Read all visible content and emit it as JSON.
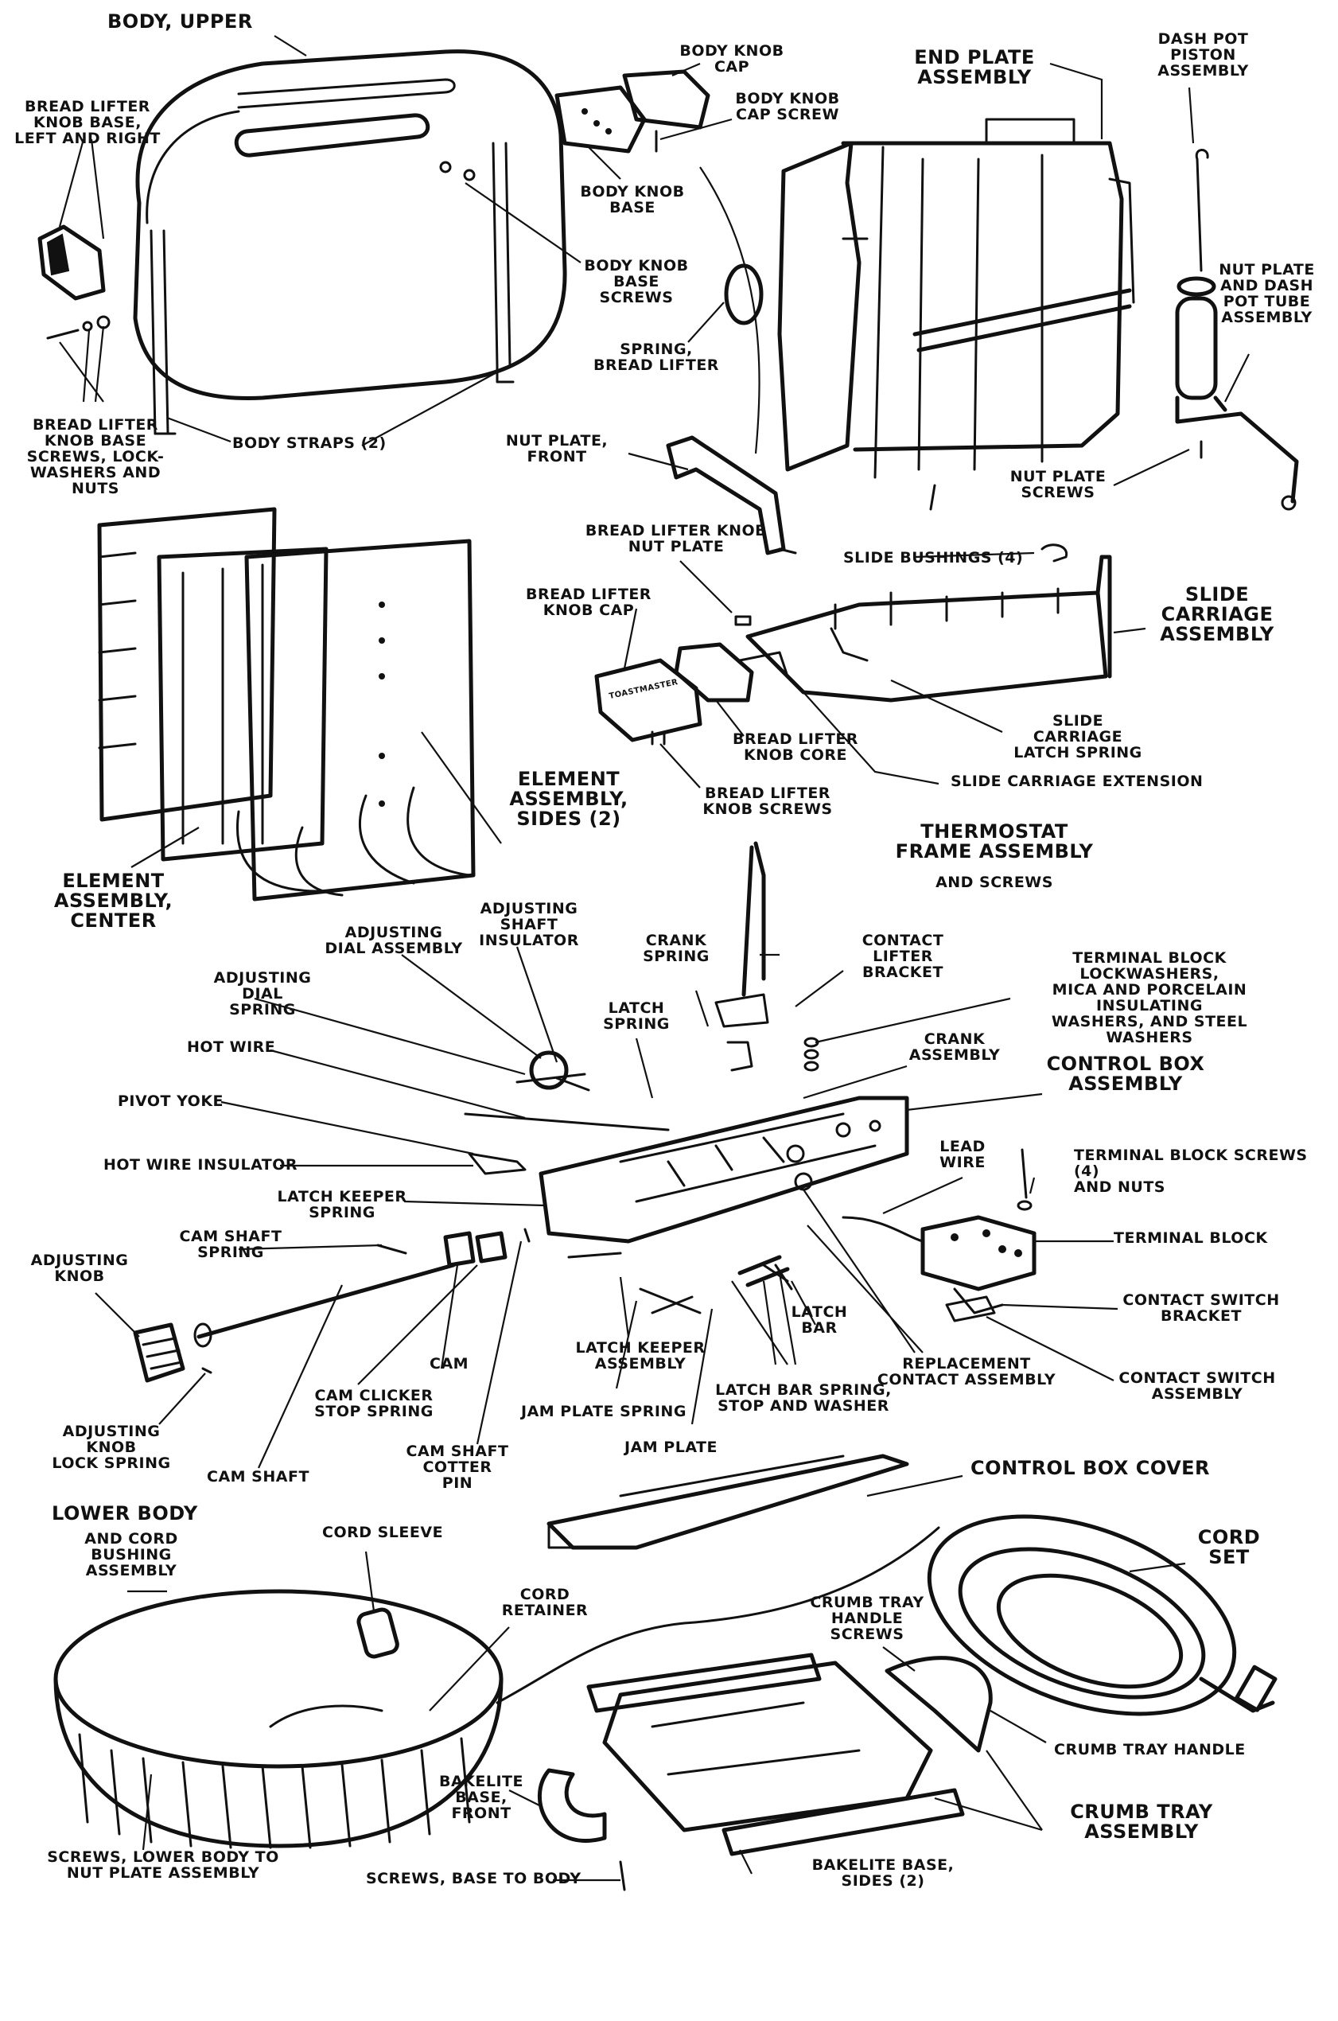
{
  "labels": {
    "body_upper": "BODY, UPPER",
    "bread_lifter_knob_base": "BREAD LIFTER\nKNOB BASE,\nLEFT AND RIGHT",
    "bread_lifter_knob_base_screws": "BREAD LIFTER\nKNOB BASE\nSCREWS, LOCK-\nWASHERS AND NUTS",
    "body_straps": "BODY STRAPS (2)",
    "body_knob_cap": "BODY KNOB\nCAP",
    "body_knob_cap_screw": "BODY KNOB\nCAP SCREW",
    "body_knob_base": "BODY KNOB\nBASE",
    "body_knob_base_screws": "BODY KNOB\nBASE SCREWS",
    "spring_bread_lifter": "SPRING,\nBREAD LIFTER",
    "nut_plate_front": "NUT PLATE,\nFRONT",
    "end_plate_assembly": "END PLATE\nASSEMBLY",
    "dash_pot_piston_assembly": "DASH POT\nPISTON\nASSEMBLY",
    "nut_plate_dash_pot_tube": "NUT PLATE\nAND DASH\nPOT TUBE\nASSEMBLY",
    "nut_plate_screws": "NUT PLATE\nSCREWS",
    "bread_lifter_knob_nut_plate": "BREAD LIFTER KNOB\nNUT PLATE",
    "slide_bushings": "SLIDE BUSHINGS (4)",
    "slide_carriage_assembly": "SLIDE\nCARRIAGE\nASSEMBLY",
    "bread_lifter_knob_cap": "BREAD LIFTER\nKNOB CAP",
    "bread_lifter_knob_core": "BREAD LIFTER\nKNOB CORE",
    "bread_lifter_knob_screws": "BREAD LIFTER\nKNOB SCREWS",
    "slide_carriage_latch_spring": "SLIDE CARRIAGE\nLATCH SPRING",
    "slide_carriage_extension": "SLIDE CARRIAGE EXTENSION",
    "element_assembly_sides": "ELEMENT\nASSEMBLY,\nSIDES (2)",
    "element_assembly_center": "ELEMENT\nASSEMBLY,\nCENTER",
    "thermostat_frame": "THERMOSTAT\nFRAME ASSEMBLY",
    "and_screws": "AND SCREWS",
    "adjusting_dial_assembly": "ADJUSTING\nDIAL ASSEMBLY",
    "adjusting_shaft_insulator": "ADJUSTING SHAFT\nINSULATOR",
    "crank_spring": "CRANK\nSPRING",
    "contact_lifter_bracket": "CONTACT LIFTER\nBRACKET",
    "terminal_block_washers": "TERMINAL BLOCK LOCKWASHERS,\nMICA AND PORCELAIN INSULATING\nWASHERS, AND STEEL WASHERS",
    "adjusting_dial_spring": "ADJUSTING DIAL\nSPRING",
    "latch_spring": "LATCH\nSPRING",
    "crank_assembly": "CRANK\nASSEMBLY",
    "hot_wire": "HOT WIRE",
    "control_box_assembly": "CONTROL BOX\nASSEMBLY",
    "pivot_yoke": "PIVOT YOKE",
    "lead_wire": "LEAD\nWIRE",
    "hot_wire_insulator": "HOT WIRE INSULATOR",
    "terminal_block_screws": "TERMINAL BLOCK SCREWS (4)\nAND NUTS",
    "latch_keeper_spring": "LATCH KEEPER\nSPRING",
    "terminal_block": "TERMINAL BLOCK",
    "cam_shaft_spring": "CAM SHAFT\nSPRING",
    "adjusting_knob": "ADJUSTING\nKNOB",
    "contact_switch_bracket": "CONTACT SWITCH\nBRACKET",
    "latch_bar": "LATCH\nBAR",
    "cam": "CAM",
    "latch_keeper_assembly": "LATCH KEEPER\nASSEMBLY",
    "replacement_contact_assembly": "REPLACEMENT\nCONTACT ASSEMBLY",
    "contact_switch_assembly": "CONTACT SWITCH\nASSEMBLY",
    "cam_clicker_stop_spring": "CAM CLICKER\nSTOP SPRING",
    "latch_bar_spring": "LATCH BAR SPRING,\nSTOP AND WASHER",
    "adjusting_knob_lock_spring": "ADJUSTING KNOB\nLOCK SPRING",
    "jam_plate_spring": "JAM PLATE SPRING",
    "jam_plate": "JAM PLATE",
    "cam_shaft": "CAM SHAFT",
    "cam_shaft_cotter_pin": "CAM SHAFT\nCOTTER PIN",
    "control_box_cover": "CONTROL BOX COVER",
    "lower_body": "LOWER BODY",
    "cord_bushing_assembly": "AND CORD BUSHING\nASSEMBLY",
    "cord_sleeve": "CORD SLEEVE",
    "cord_retainer": "CORD\nRETAINER",
    "cord_set": "CORD\nSET",
    "crumb_tray_handle_screws": "CRUMB TRAY\nHANDLE SCREWS",
    "crumb_tray_handle": "CRUMB TRAY HANDLE",
    "crumb_tray_assembly": "CRUMB TRAY\nASSEMBLY",
    "bakelite_base_front": "BAKELITE\nBASE,\nFRONT",
    "bakelite_base_sides": "BAKELITE BASE,\nSIDES (2)",
    "screws_lower_body": "SCREWS, LOWER BODY TO\nNUT PLATE ASSEMBLY",
    "screws_base_to_body": "SCREWS, BASE TO BODY",
    "toastmaster_logo": "TOASTMASTER"
  }
}
